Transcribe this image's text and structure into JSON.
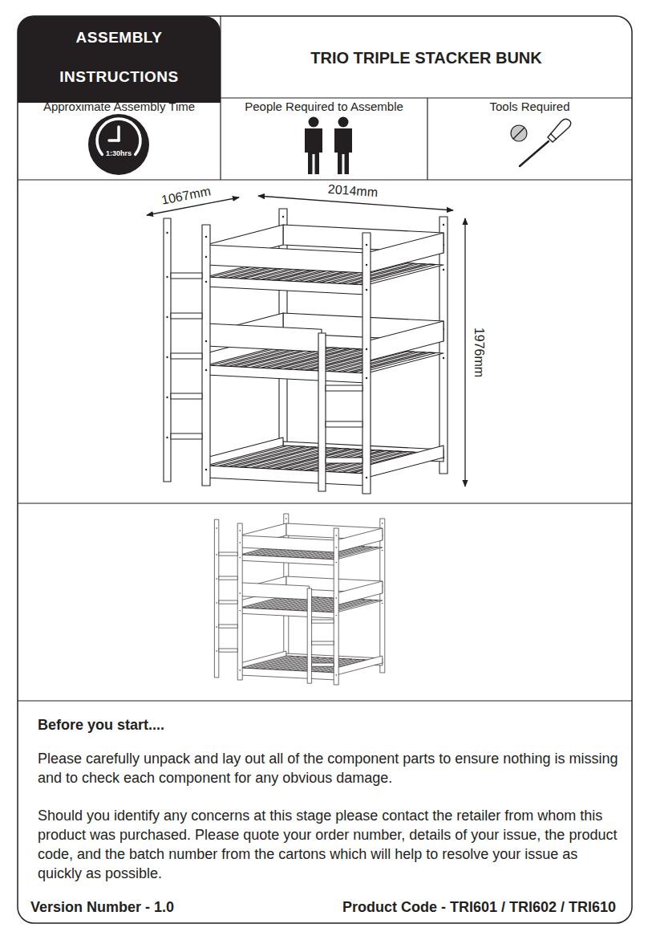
{
  "diagram": {
    "title": "TRIO TRIPLE STACKER BUNK",
    "nodes": [
      {
        "text": [
          "ASSEMBLY INSTRUCTIONS"
        ]
      },
      {
        "text": [
          "Approximate Assembly Time"
        ]
      },
      {
        "text": [
          "1:30hrs"
        ],
        "in": 1
      },
      {
        "text": [
          "People Required to Assemble"
        ]
      },
      {
        "text": [
          "Tools Required"
        ]
      },
      {
        "text": [
          "Before you start....",
          "Please carefully unpack and lay out all of the component parts to ensure nothing is missing and to check each component for any obvious damage.",
          "Should you identify any concerns at this stage please contact the retailer from whom this product was purchased. Please quote your order number, details of your issue, the product code, and the batch number from the cartons which will help to resolve your issue as quickly as possible."
        ]
      }
    ],
    "labels": [
      "1067mm",
      "2014mm",
      "1976mm",
      "Version Number - 1.0",
      "Product Code - TRI601 / TRI602 / TRI610"
    ]
  }
}
